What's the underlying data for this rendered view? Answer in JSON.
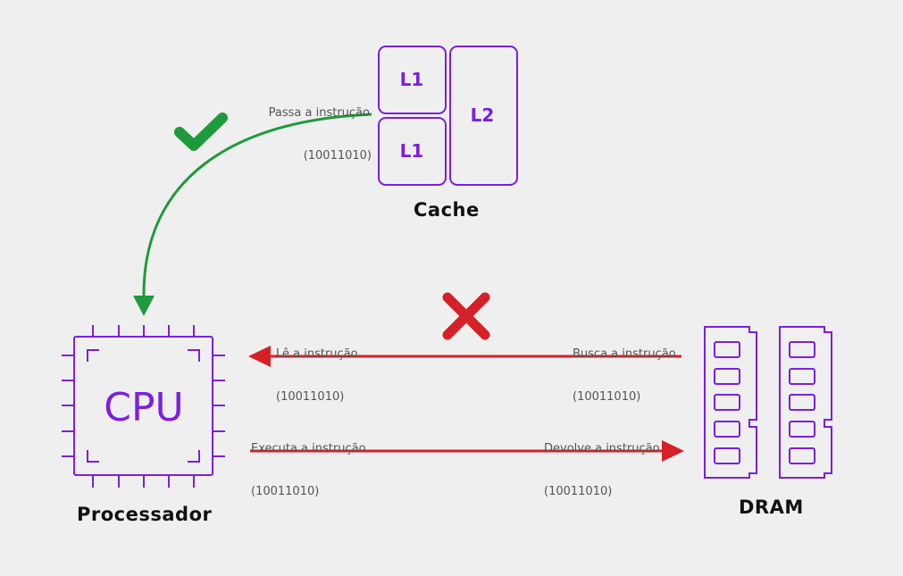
{
  "colors": {
    "background": "#efefef",
    "component": "#7b1fe0",
    "success": "#1e9a3c",
    "error": "#d62027",
    "label": "#555555"
  },
  "cache": {
    "title": "Cache",
    "blocks": [
      "L1",
      "L1",
      "L2"
    ],
    "label_line1": "Passa a instrução",
    "label_line2": "(10011010)",
    "status_icon": "check-icon"
  },
  "cpu": {
    "chip_text": "CPU",
    "title": "Processador"
  },
  "dram": {
    "title": "DRAM"
  },
  "arrows": {
    "read": {
      "line1": "Lê a instrução",
      "line2": "(10011010)",
      "status_icon": "cross-icon"
    },
    "fetch": {
      "line1": "Busca a instrução",
      "line2": "(10011010)"
    },
    "execute": {
      "line1": "Executa a instrução",
      "line2": "(10011010)"
    },
    "return": {
      "line1": "Devolve a instrução",
      "line2": "(10011010)"
    }
  }
}
